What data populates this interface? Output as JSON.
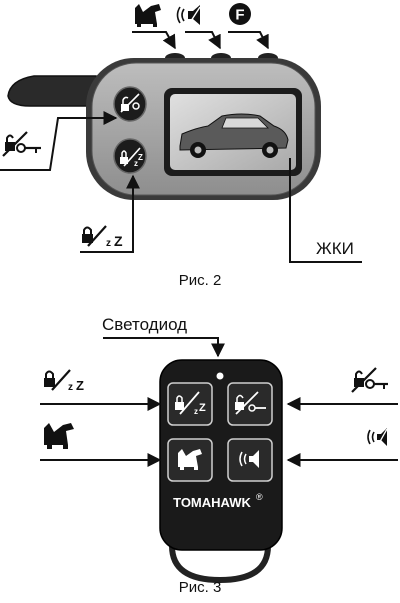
{
  "figure2": {
    "caption": "Рис. 2",
    "lcd_label": "ЖКИ",
    "top_symbols": {
      "f_button": "F"
    },
    "icons": [
      "car-trunk-icon",
      "speaker-sound-icon",
      "f-button-icon",
      "lock-key-icon",
      "lock-sleep-icon",
      "car-icon"
    ]
  },
  "figure3": {
    "caption": "Рис. 3",
    "led_label": "Светодиод",
    "brand": "TOMAHAWK",
    "brand_mark": "®",
    "icons": [
      "lock-sleep-icon",
      "unlock-key-icon",
      "car-trunk-icon",
      "speaker-sound-icon",
      "led-icon"
    ]
  }
}
